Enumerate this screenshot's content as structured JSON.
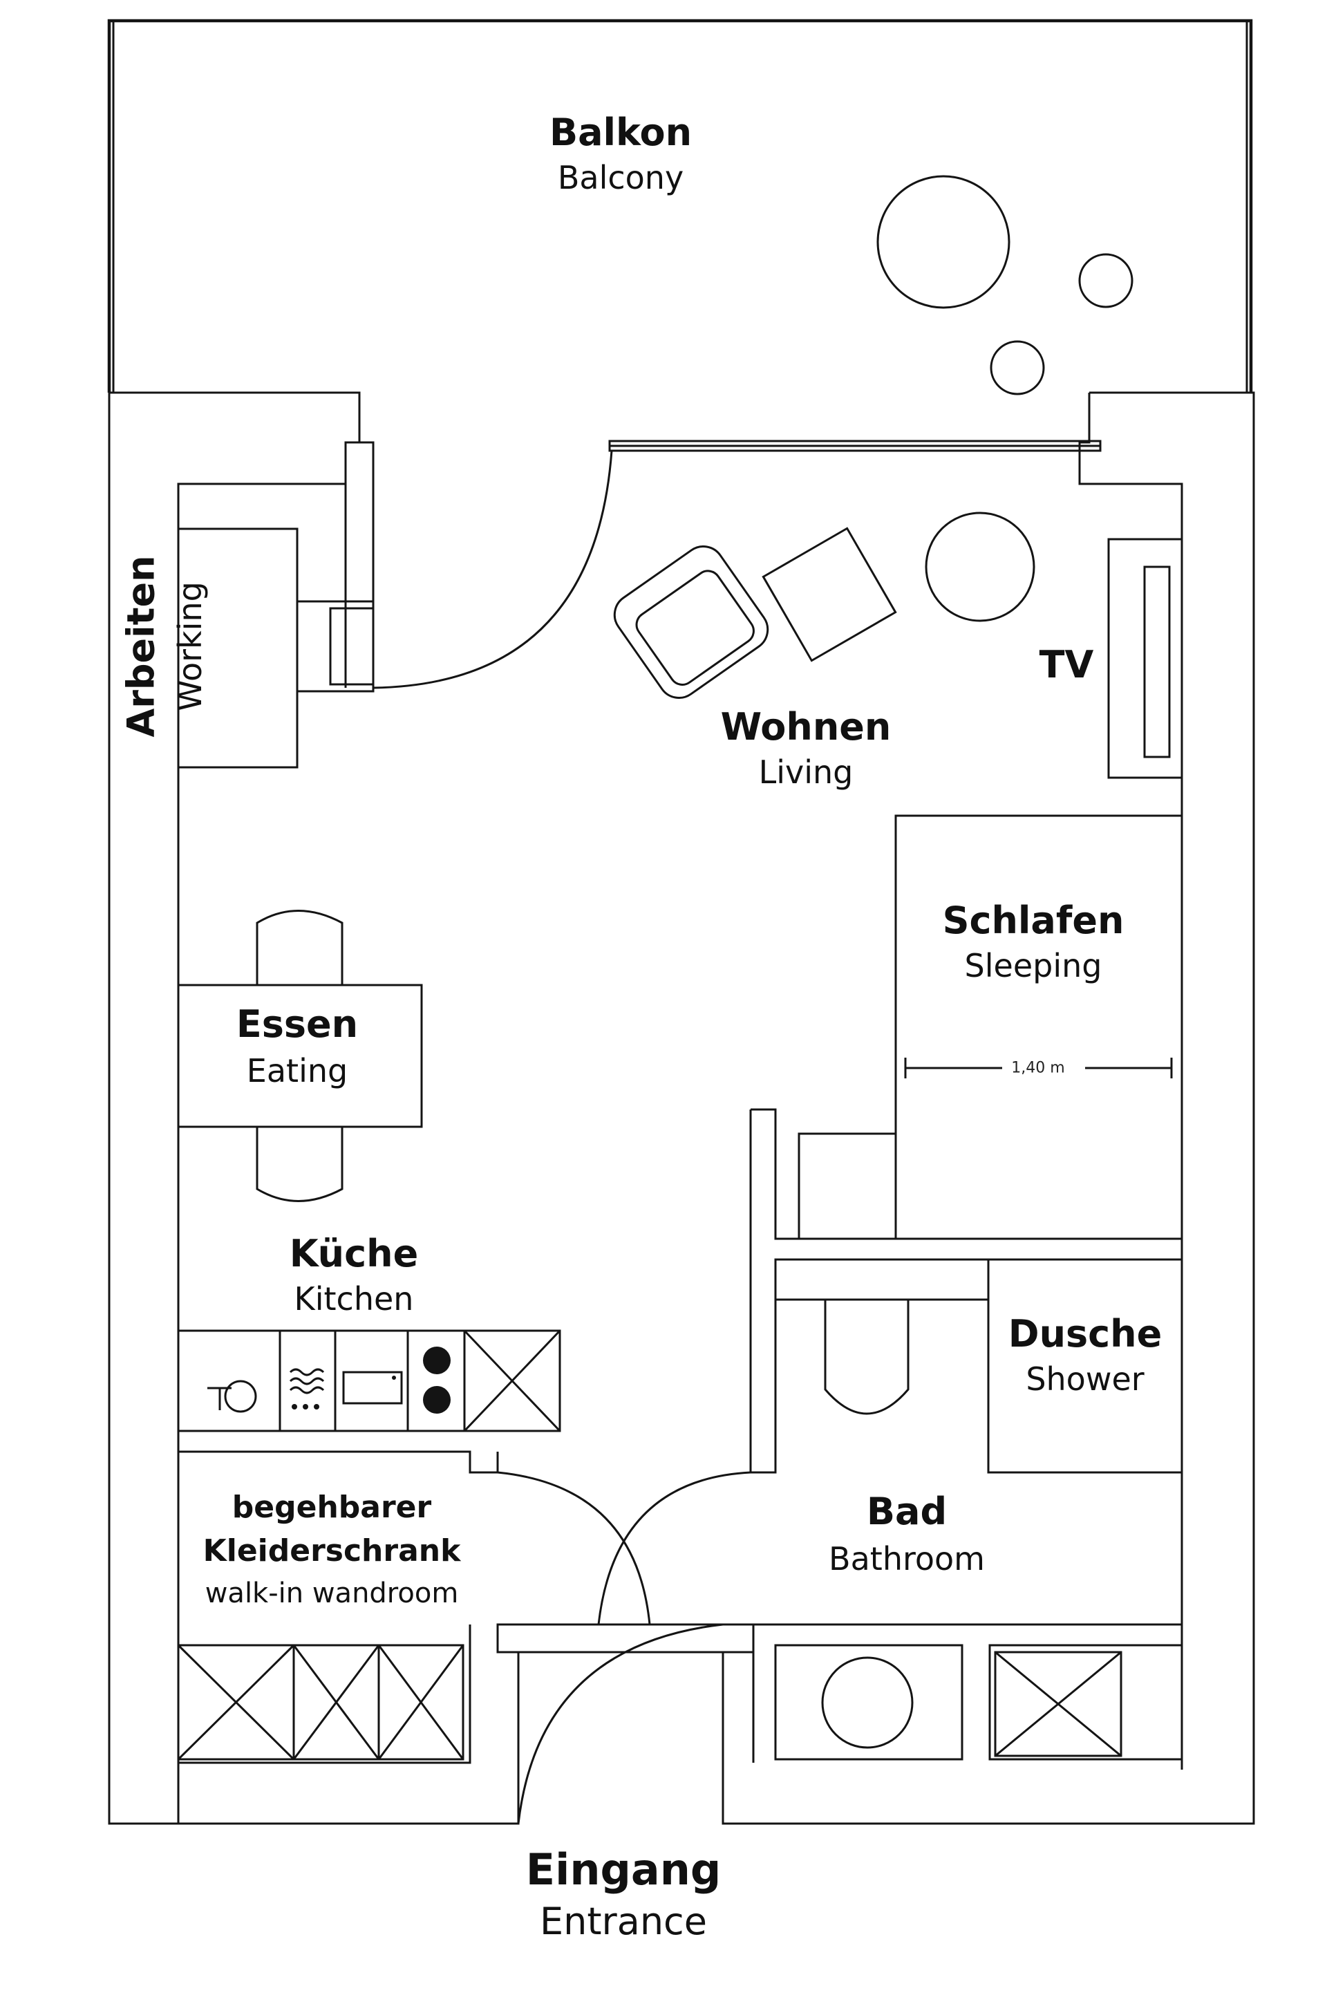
{
  "rooms": {
    "balcony": {
      "de": "Balkon",
      "en": "Balcony"
    },
    "working": {
      "de": "Arbeiten",
      "en": "Working"
    },
    "living": {
      "de": "Wohnen",
      "en": "Living"
    },
    "tv": {
      "label": "TV"
    },
    "sleeping": {
      "de": "Schlafen",
      "en": "Sleeping"
    },
    "eating": {
      "de": "Essen",
      "en": "Eating"
    },
    "kitchen": {
      "de": "Küche",
      "en": "Kitchen"
    },
    "shower": {
      "de": "Dusche",
      "en": "Shower"
    },
    "walkin": {
      "de_line1": "begehbarer",
      "de_line2": "Kleiderschrank",
      "en": "walk-in wandroom"
    },
    "bathroom": {
      "de": "Bad",
      "en": "Bathroom"
    },
    "entrance": {
      "de": "Eingang",
      "en": "Entrance"
    }
  },
  "dimensions": {
    "bed_width": "1,40 m"
  }
}
